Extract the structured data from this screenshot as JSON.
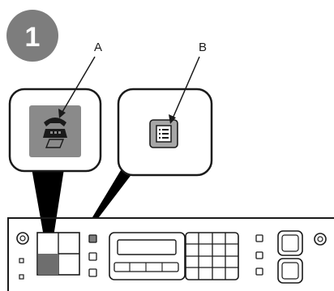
{
  "step": {
    "number": "1",
    "badge_color": "#7d7d7d"
  },
  "callouts": [
    {
      "label": "A",
      "icon": "fax-phone-icon",
      "button_color": "#8a8a8a"
    },
    {
      "label": "B",
      "icon": "menu-list-icon",
      "button_color": "#a6a6a6"
    }
  ],
  "colors": {
    "outline": "#1a1a1a",
    "panel_fill": "#ffffff",
    "shade_dark": "#6e6e6e",
    "shade_light": "#cfcfcf"
  }
}
